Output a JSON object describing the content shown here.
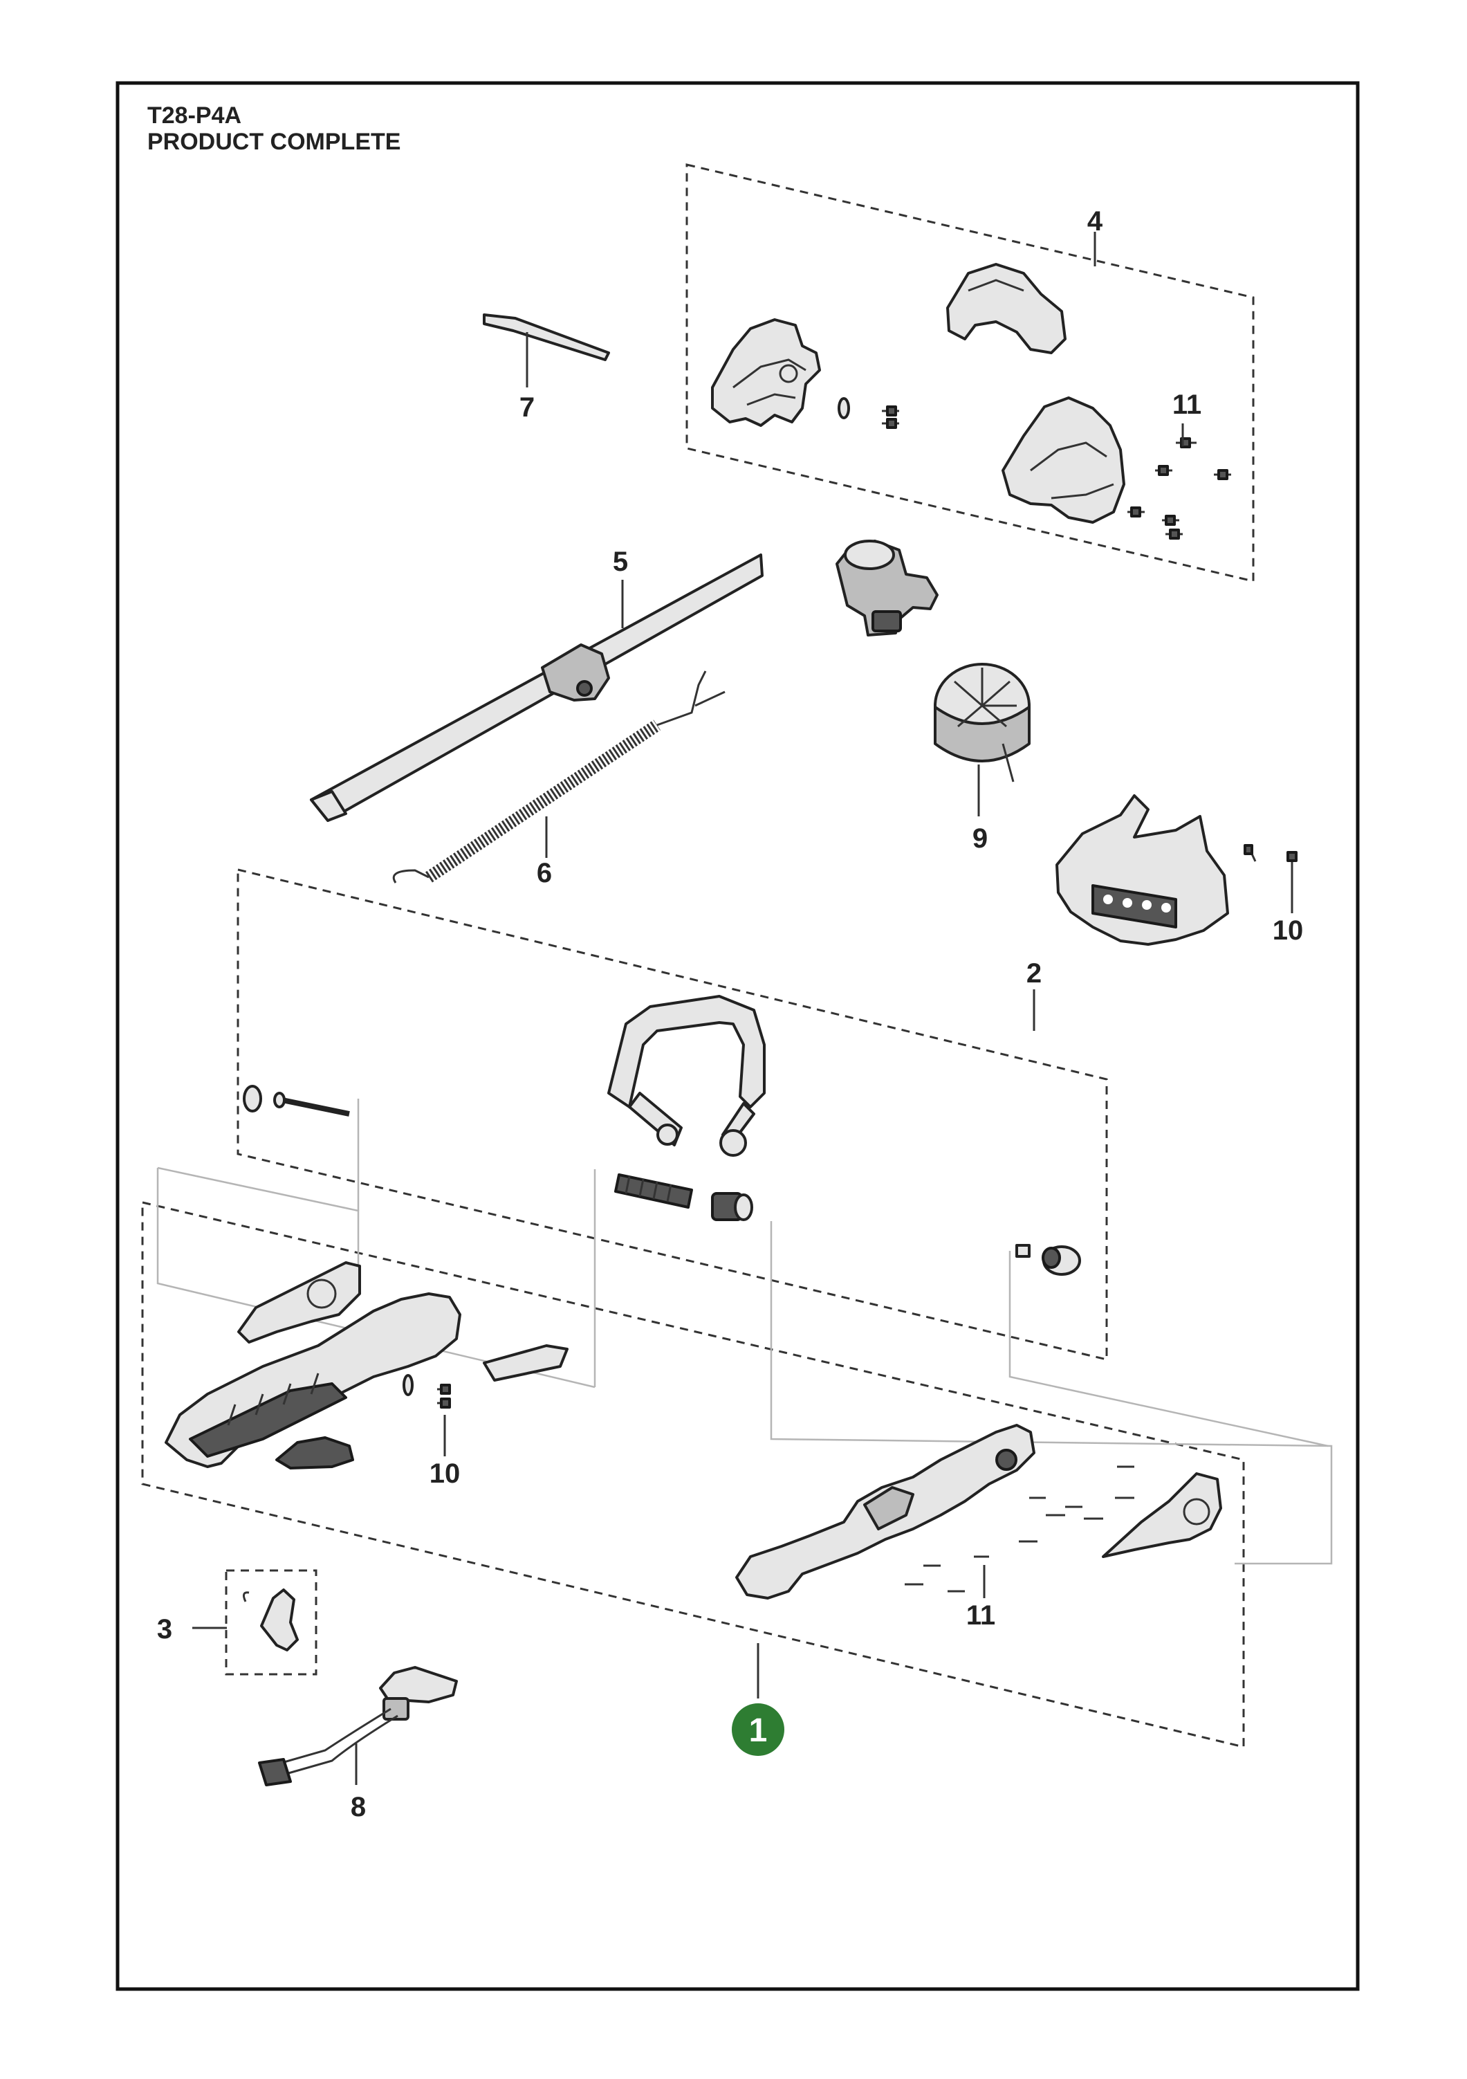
{
  "header": {
    "model": "T28-P4A",
    "subtitle": "PRODUCT COMPLETE"
  },
  "callouts": {
    "c1": "1",
    "c2": "2",
    "c3": "3",
    "c4": "4",
    "c5": "5",
    "c6": "6",
    "c7": "7",
    "c8": "8",
    "c9": "9",
    "c10a": "10",
    "c10b": "10",
    "c11a": "11",
    "c11b": "11"
  },
  "colors": {
    "badge": "#2e7d32",
    "ink": "#222222"
  }
}
